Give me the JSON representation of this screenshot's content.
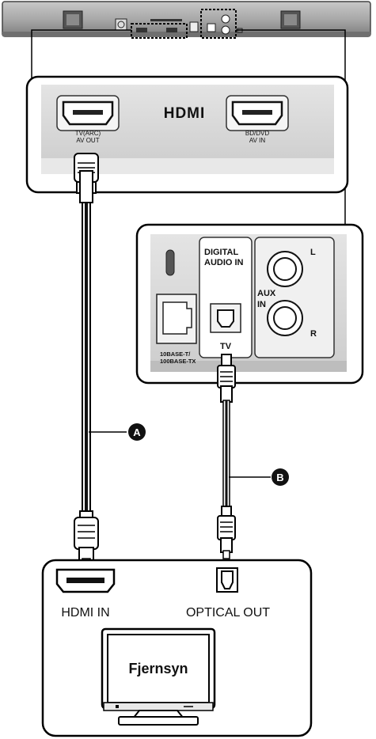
{
  "soundbar_panel": {
    "hdmi_logo": "HDMI",
    "port_arc_line1": "TV(ARC)",
    "port_arc_line2": "AV OUT",
    "port_in_line1": "BD/DVD",
    "port_in_line2": "AV IN"
  },
  "rear_panel": {
    "digital_line1": "DIGITAL",
    "digital_line2": "AUDIO IN",
    "tv_label": "TV",
    "aux_line1": "AUX",
    "aux_line2": "IN",
    "aux_l": "L",
    "aux_r": "R",
    "lan_line1": "10BASE-T/",
    "lan_line2": "100BASE-TX"
  },
  "cables": {
    "a_label": "A",
    "b_label": "B"
  },
  "tv_panel": {
    "hdmi_in_label": "HDMI IN",
    "optical_out_label": "OPTICAL OUT",
    "tv_name": "Fjernsyn"
  }
}
